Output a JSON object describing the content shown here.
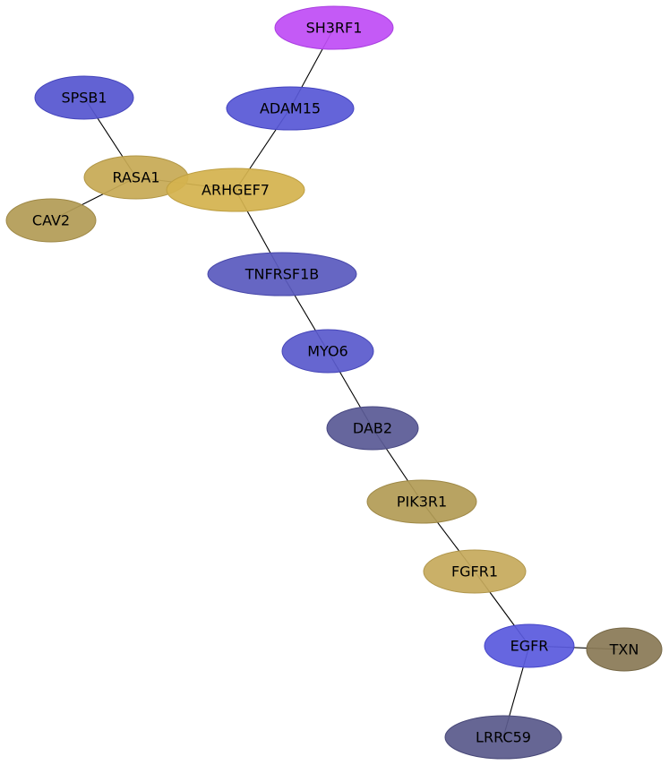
{
  "nodes": [
    {
      "id": "SH3RF1",
      "label": "SH3RF1",
      "fill": "#c04df5",
      "stroke": "#a93ee0"
    },
    {
      "id": "SPSB1",
      "label": "SPSB1",
      "fill": "#5656d0",
      "stroke": "#4444bb"
    },
    {
      "id": "ADAM15",
      "label": "ADAM15",
      "fill": "#5858d6",
      "stroke": "#4444c0"
    },
    {
      "id": "RASA1",
      "label": "RASA1",
      "fill": "#c7aa55",
      "stroke": "#b09545"
    },
    {
      "id": "ARHGEF7",
      "label": "ARHGEF7",
      "fill": "#d4b34f",
      "stroke": "#bd9e40"
    },
    {
      "id": "CAV2",
      "label": "CAV2",
      "fill": "#b39c56",
      "stroke": "#9e8846"
    },
    {
      "id": "TNFRSF1B",
      "label": "TNFRSF1B",
      "fill": "#5a5abe",
      "stroke": "#4848aa"
    },
    {
      "id": "MYO6",
      "label": "MYO6",
      "fill": "#5a5acc",
      "stroke": "#4646b8"
    },
    {
      "id": "DAB2",
      "label": "DAB2",
      "fill": "#5a5a96",
      "stroke": "#484882"
    },
    {
      "id": "PIK3R1",
      "label": "PIK3R1",
      "fill": "#b39c56",
      "stroke": "#9e8846"
    },
    {
      "id": "FGFR1",
      "label": "FGFR1",
      "fill": "#c6aa5c",
      "stroke": "#b0964b"
    },
    {
      "id": "EGFR",
      "label": "EGFR",
      "fill": "#5a5ade",
      "stroke": "#4646c8"
    },
    {
      "id": "TXN",
      "label": "TXN",
      "fill": "#8a7a56",
      "stroke": "#766846"
    },
    {
      "id": "LRRC59",
      "label": "LRRC59",
      "fill": "#5a5a8c",
      "stroke": "#484878"
    }
  ],
  "edges": [
    [
      "SH3RF1",
      "ADAM15"
    ],
    [
      "ADAM15",
      "ARHGEF7"
    ],
    [
      "SPSB1",
      "RASA1"
    ],
    [
      "RASA1",
      "CAV2"
    ],
    [
      "RASA1",
      "ARHGEF7"
    ],
    [
      "ARHGEF7",
      "TNFRSF1B"
    ],
    [
      "TNFRSF1B",
      "MYO6"
    ],
    [
      "MYO6",
      "DAB2"
    ],
    [
      "DAB2",
      "PIK3R1"
    ],
    [
      "PIK3R1",
      "FGFR1"
    ],
    [
      "FGFR1",
      "EGFR"
    ],
    [
      "EGFR",
      "TXN"
    ],
    [
      "EGFR",
      "LRRC59"
    ]
  ]
}
